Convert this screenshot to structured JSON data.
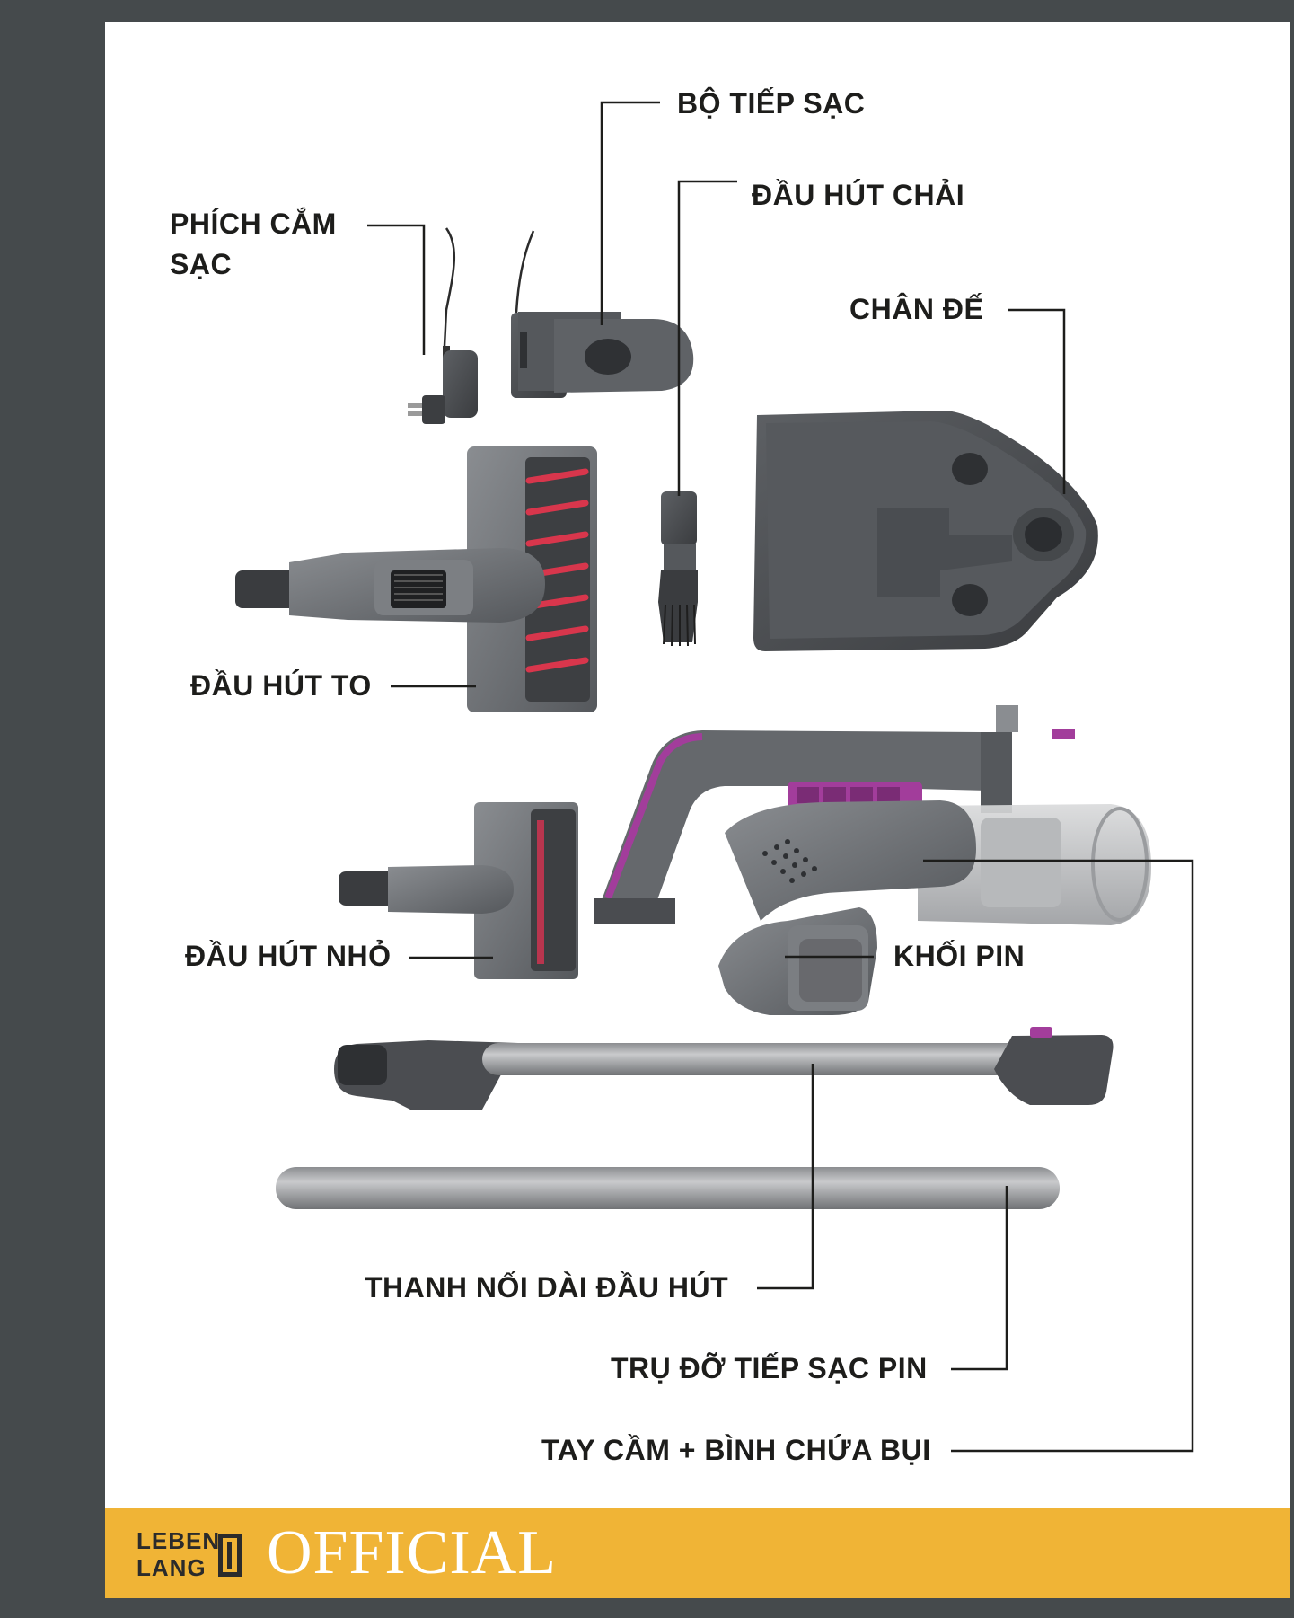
{
  "labels": {
    "charger_dock": "BỘ TIẾP SẠC",
    "brush_nozzle": "ĐẦU HÚT CHẢI",
    "charging_plug_line1": "PHÍCH CẮM",
    "charging_plug_line2": "SẠC",
    "base_stand": "CHÂN ĐẾ",
    "large_nozzle": "ĐẦU HÚT TO",
    "small_nozzle": "ĐẦU HÚT NHỎ",
    "battery_pack": "KHỐI PIN",
    "extension_tube": "THANH NỐI DÀI ĐẦU HÚT",
    "battery_dock_post": "TRỤ ĐỠ TIẾP SẠC PIN",
    "handle_dust_bin": "TAY CẦM + BÌNH CHỨA BỤI"
  },
  "footer": {
    "brand_line1": "LEBEN",
    "brand_line2": "LANG",
    "official": "OFFICIAL"
  },
  "colors": {
    "frame": "#454a4c",
    "panel": "#ffffff",
    "footer": "#f0b436",
    "accent_magenta": "#a23d9b",
    "brush_red": "#d8364c",
    "body_gray": "#6f7276"
  }
}
